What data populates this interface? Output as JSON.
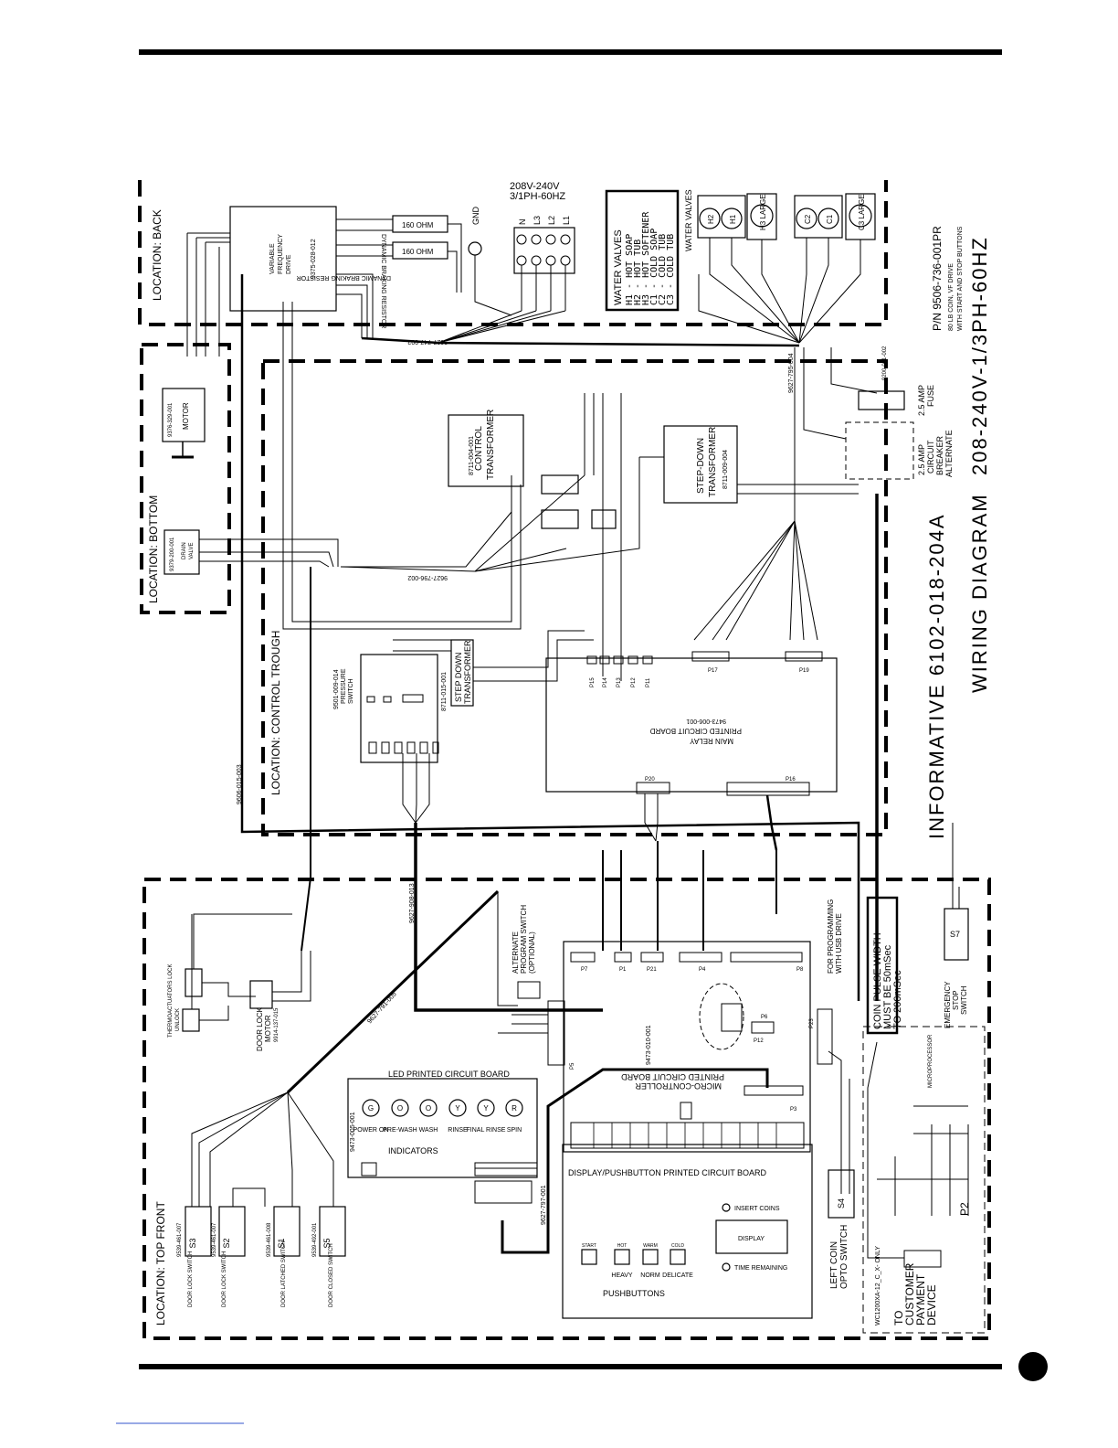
{
  "title": "INFORMATIVE 6102-018-204A",
  "subtitle": "WIRING DIAGRAM",
  "rating": "208-240V-1/3PH-60HZ",
  "part_number": "P/N 9506-736-001PR",
  "part_desc_1": "80 LB COIN, VF DRIVE",
  "part_desc_2": "WITH START AND STOP BUTTONS",
  "locations": {
    "back": "LOCATION:  BACK",
    "bottom": "LOCATION:  BOTTOM",
    "trough": "LOCATION:  CONTROL TROUGH",
    "front": "LOCATION:  TOP FRONT"
  },
  "supply": {
    "voltage": "208V-240V",
    "phase": "3/1PH-60HZ"
  },
  "water_valve_legend": {
    "title": "WATER VALVES",
    "lines": [
      "H1 - HOT SOAP",
      "H2 - HOT TUB",
      "H3 - HOT SOFTENER",
      "C1 - COLD SOAP",
      "C2 - COLD TUB",
      "C3 - COLD TUB"
    ]
  },
  "water_valves_label": "WATER VALVES",
  "vfd": {
    "line1": "VARIABLE",
    "line2": "FREQUENCY",
    "line3": "DRIVE",
    "pn": "9375-028-012"
  },
  "resistors": {
    "label": "DYNAMIC BRAKING RESISTOR",
    "value": "160 OHM"
  },
  "motor": {
    "label": "MOTOR",
    "pn": "9376-329-001"
  },
  "drain": {
    "line1": "DRAIN",
    "line2": "VALVE",
    "pn": "9379-200-001"
  },
  "control_transformer": {
    "line1": "CONTROL",
    "line2": "TRANSFORMER",
    "pn": "8711-004-001"
  },
  "stepdown_transformer": {
    "line1": "STEP-DOWN",
    "line2": "TRANSFORMER",
    "pn": "8711-009-004"
  },
  "stepdown_small": {
    "line1": "STEP DOWN",
    "line2": "TRANSFORMER",
    "pn": "8711-015-001"
  },
  "pressure_switch": {
    "line1": "PRESSURE",
    "line2": "SWITCH",
    "pn": "9501-009-014"
  },
  "main_relay": {
    "line1": "MAIN RELAY",
    "line2": "PRINTED CIRCUIT BOARD",
    "pn": "9473-006-001"
  },
  "fuse": {
    "line1": "2.5 AMP",
    "line2": "FUSE",
    "pn": "9200-001-002"
  },
  "breaker": {
    "line1": "2.5 AMP",
    "line2": "CIRCUIT",
    "line3": "BREAKER",
    "line4": "ALTERNATE"
  },
  "micro": {
    "line1": "MICRO-CONTROLLER",
    "line2": "PRINTED CIRCUIT BOARD",
    "pn": "9473-010-001"
  },
  "led_board": {
    "title": "LED PRINTED CIRCUIT BOARD",
    "indicators_label": "INDICATORS",
    "pn": "9473-005-001"
  },
  "indicators": [
    {
      "letter": "G",
      "label": "POWER ON"
    },
    {
      "letter": "O",
      "label": "PRE-WASH"
    },
    {
      "letter": "O",
      "label": "WASH"
    },
    {
      "letter": "Y",
      "label": "RINSE"
    },
    {
      "letter": "Y",
      "label": "FINAL RINSE"
    },
    {
      "letter": "R",
      "label": "SPIN"
    }
  ],
  "display_board": {
    "title": "DISPLAY/PUSHBUTTON PRINTED CIRCUIT BOARD",
    "insert_coins": "INSERT COINS",
    "display": "DISPLAY",
    "time_remaining": "TIME REMAINING",
    "pushbuttons": "PUSHBUTTONS"
  },
  "buttons": [
    {
      "top": "START",
      "bottom": ""
    },
    {
      "top": "HOT",
      "bottom": "HEAVY"
    },
    {
      "top": "WARM",
      "bottom": "NORM"
    },
    {
      "top": "COLD",
      "bottom": "DELICATE"
    }
  ],
  "coin_pulse": {
    "line1": "COIN PULSE WIDTH",
    "line2": "MUST BE 50mSec",
    "line3": "TO 200mSec"
  },
  "programming": {
    "line1": "FOR PROGRAMMING",
    "line2": "WITH USB DRIVE"
  },
  "stop_switch": {
    "id": "S7",
    "line1": "EMERGENCY",
    "line2": "STOP",
    "line3": "SWITCH"
  },
  "alt_switch": {
    "line1": "ALTERNATE",
    "line2": "PROGRAM SWITCH",
    "line3": "(OPTIONAL)"
  },
  "door_lock_motor": {
    "line1": "DOOR LOCK",
    "line2": "MOTOR",
    "pn": "9914-137-015"
  },
  "thermo": {
    "lock": "THERMOACTUATORS LOCK",
    "unlock": "UNLOCK"
  },
  "switches": [
    {
      "id": "S3",
      "label": "DOOR LOCK SWITCH",
      "pn": "9539-461-007"
    },
    {
      "id": "S2",
      "label": "DOOR LOCK SWITCH",
      "pn": "9539-461-007"
    },
    {
      "id": "S1",
      "label": "DOOR LATCHED SWITCH",
      "pn": "9539-461-008"
    },
    {
      "id": "S5",
      "label": "DOOR CLOSED SWITCH",
      "pn": "9539-492-001"
    }
  ],
  "left_coin": {
    "line1": "LEFT COIN",
    "line2": "OPTO SWITCH",
    "id": "S4"
  },
  "customer": {
    "line1": "TO",
    "line2": "CUSTOMER",
    "line3": "PAYMENT",
    "line4": "DEVICE",
    "model": "WC1200XA-12_C_X- ONLY",
    "port": "P2"
  },
  "microprocessor": "MICROPROCESSOR",
  "connectors": [
    "P1",
    "P3",
    "P4",
    "P5",
    "P6",
    "P7",
    "P8",
    "P11",
    "P12",
    "P13",
    "P14",
    "P15",
    "P16",
    "P17",
    "P19",
    "P20",
    "P21",
    "P23"
  ],
  "harness": [
    "9627-747-002",
    "9627-796-002",
    "9627-795-004",
    "9627-908-013",
    "9627-791-005",
    "9627-797-001",
    "9606-015-003"
  ],
  "page_number": ""
}
